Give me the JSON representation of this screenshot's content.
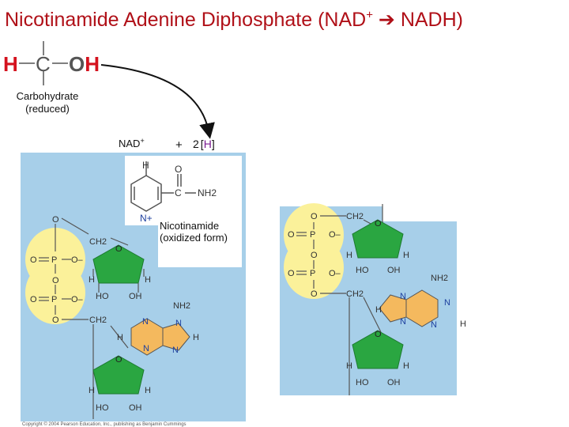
{
  "title": {
    "text": "Nicotinamide Adenine Diphosphate (NAD",
    "sup": "+",
    "arrow": "➔",
    "product": "NADH)"
  },
  "carbohydrate": {
    "h_left": "H",
    "c": "C",
    "oh": "OH",
    "label_line1": "Carbohydrate",
    "label_line2": "(reduced)"
  },
  "reaction": {
    "nad": "NAD",
    "nad_sup": "+",
    "plus": "+",
    "two": "2",
    "bracket_open": "[",
    "h": "H",
    "bracket_close": "]"
  },
  "nicotinamide": {
    "label_line1": "Nicotinamide",
    "label_line2": "(oxidized form)",
    "n_plus": "N+",
    "h": "H",
    "o": "O",
    "c": "C",
    "nh2": "NH2"
  },
  "atoms": {
    "o": "O",
    "p": "P",
    "ominus": "O–",
    "ch2": "CH2",
    "h": "H",
    "ho": "HO",
    "oh": "OH",
    "n": "N",
    "nh2": "NH2"
  },
  "copyright": "Copyright © 2004 Pearson Education, Inc., publishing as Benjamin Cummings",
  "colors": {
    "title": "#b01018",
    "panel": "#a7cfe9",
    "phosphate": "#fbf19a",
    "sugar": "#2aa641",
    "base": "#f4b95e",
    "h_red": "#d4121e",
    "h_purple": "#7a1b8f",
    "nitrogen": "#1d3f9e"
  }
}
